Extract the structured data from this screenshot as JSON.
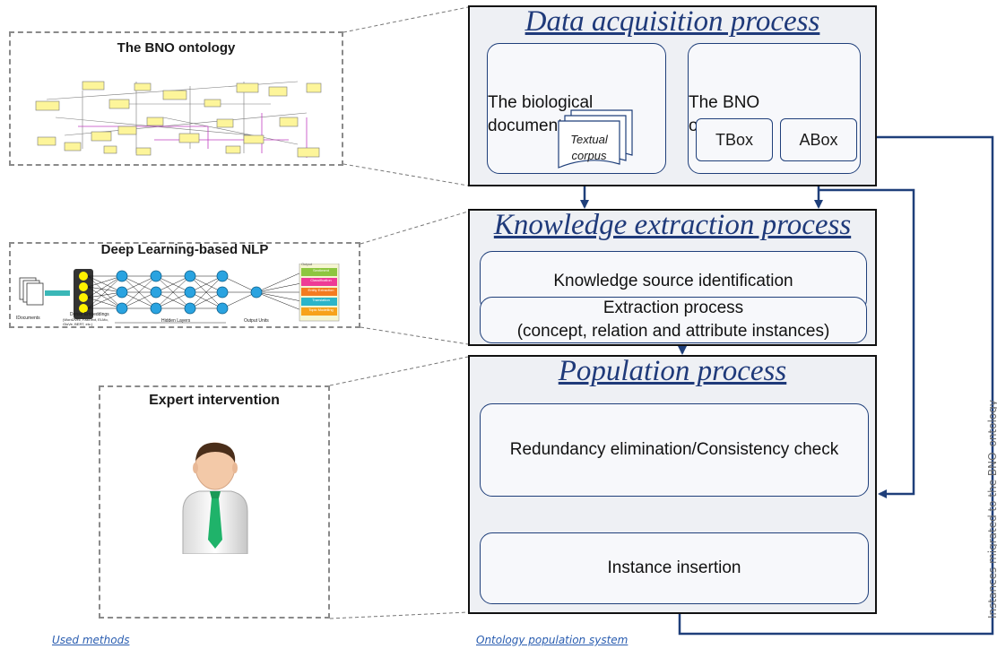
{
  "used_methods_caption": "Used methods",
  "system_caption": "Ontology population system",
  "side_label": "Instances migrated to the BNO_ontology",
  "methods": {
    "bno_ontology": {
      "title": "The BNO ontology"
    },
    "deep_learning": {
      "title": "Deep Learning-based NLP",
      "input_label": "IDocuments",
      "embeddings_label": "Dense Embeddings",
      "embeddings_sub": "(Word2Vec, FastText, ELMo, GloVe, BERT, etc.)",
      "hidden_label": "Hidden Layers",
      "output_label": "Output Units",
      "outputs_header": "Output",
      "outputs": [
        "Sentiment",
        "Classification",
        "Entity Extraction",
        "Translation",
        "Topic Modelling"
      ]
    },
    "expert": {
      "title": "Expert intervention"
    }
  },
  "processes": {
    "data_acquisition": {
      "title": "Data acquisition process",
      "documents_label_1": "The biological",
      "documents_label_2": "documents",
      "corpus_label_1": "Textual",
      "corpus_label_2": "corpus",
      "ontology_label_1": "The BNO",
      "ontology_label_2": "ontology",
      "tbox": "TBox",
      "abox": "ABox"
    },
    "knowledge_extraction": {
      "title": "Knowledge extraction process",
      "step1": "Knowledge source identification",
      "step2_line1": "Extraction process",
      "step2_line2": "(concept, relation and attribute instances)"
    },
    "population": {
      "title": "Population process",
      "step1": "Redundancy elimination/Consistency check",
      "step2": "Instance insertion"
    }
  },
  "colors": {
    "arrow": "#1f3f7a",
    "title": "#1f3a7a",
    "panel": "#eef0f4"
  }
}
